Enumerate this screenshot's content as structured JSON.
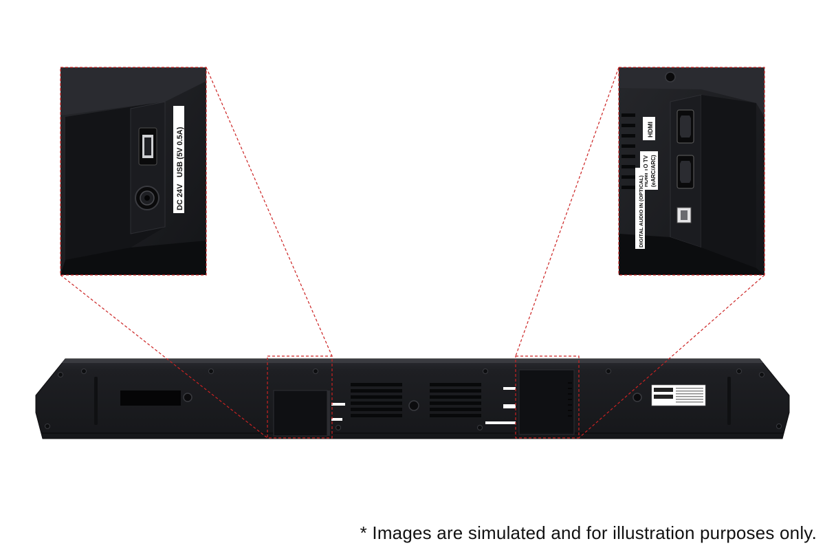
{
  "zoom_left": {
    "usb_label": "USB (5V 0.5A)",
    "dc_label": "DC 24V"
  },
  "zoom_right": {
    "hdmi_label": "HDMI",
    "hdmi_to_tv_line1": "HDMI TO TV",
    "hdmi_to_tv_line2": "(eARC/ARC)",
    "optical_label": "DIGITAL AUDIO IN (OPTICAL)"
  },
  "colors": {
    "callout_line": "#cc2222",
    "device_body": "#1b1c20",
    "device_panel": "#121316",
    "label_plate": "#ffffff"
  },
  "disclaimer": "* Images are simulated and for illustration purposes only."
}
